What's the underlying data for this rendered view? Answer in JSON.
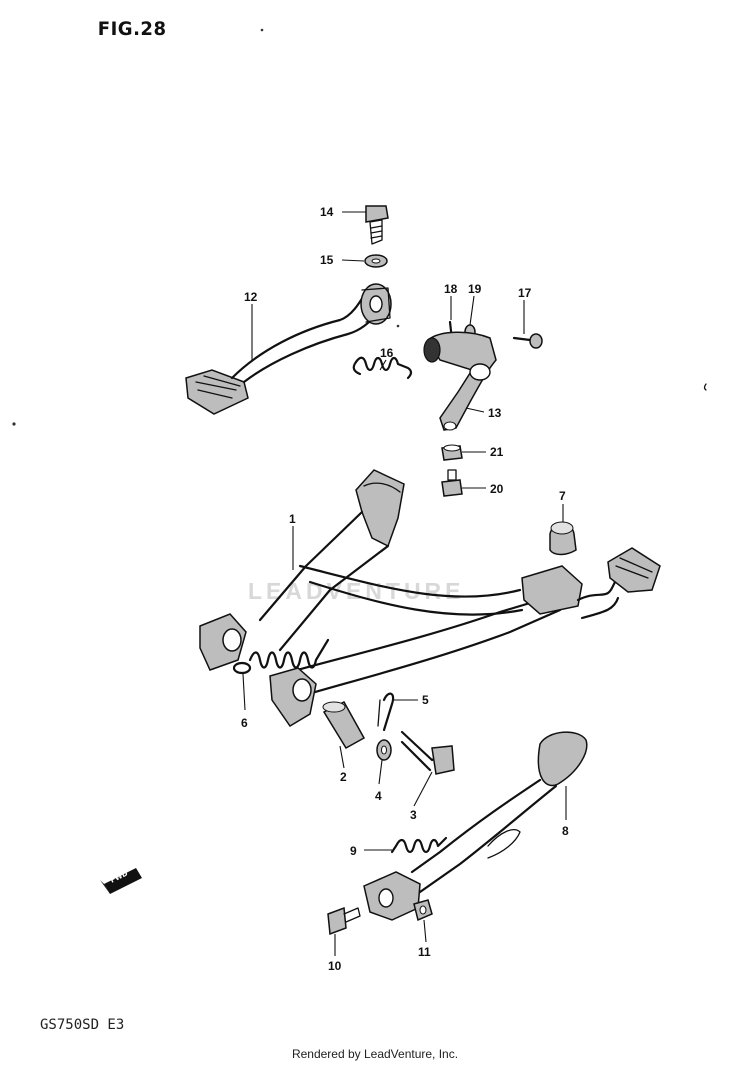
{
  "figure": {
    "title": "FIG.28",
    "model_code": "GS750SD E3",
    "watermark": "LEADVENTURE",
    "footer": "Rendered by LeadVenture, Inc.",
    "direction_arrow": "FWD"
  },
  "parts": [
    {
      "id": "p1",
      "label": "1"
    },
    {
      "id": "p2",
      "label": "2"
    },
    {
      "id": "p3",
      "label": "3"
    },
    {
      "id": "p4",
      "label": "4"
    },
    {
      "id": "p5",
      "label": "5"
    },
    {
      "id": "p6",
      "label": "6"
    },
    {
      "id": "p7",
      "label": "7"
    },
    {
      "id": "p8",
      "label": "8"
    },
    {
      "id": "p9",
      "label": "9"
    },
    {
      "id": "p10",
      "label": "10"
    },
    {
      "id": "p11",
      "label": "11"
    },
    {
      "id": "p12",
      "label": "12"
    },
    {
      "id": "p13",
      "label": "13"
    },
    {
      "id": "p14",
      "label": "14"
    },
    {
      "id": "p15",
      "label": "15"
    },
    {
      "id": "p16",
      "label": "16"
    },
    {
      "id": "p17",
      "label": "17"
    },
    {
      "id": "p18",
      "label": "18"
    },
    {
      "id": "p19",
      "label": "19"
    },
    {
      "id": "p20",
      "label": "20"
    },
    {
      "id": "p21",
      "label": "21"
    }
  ]
}
